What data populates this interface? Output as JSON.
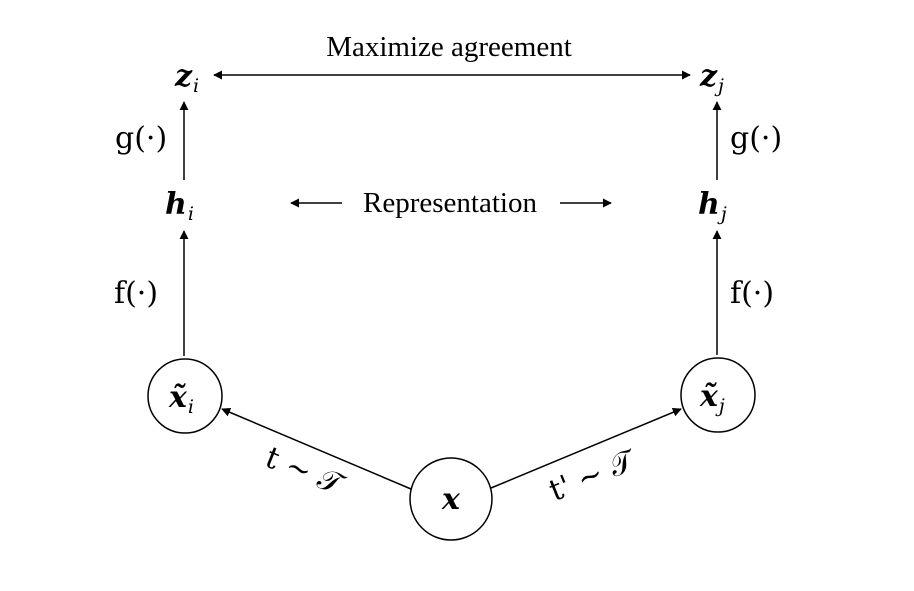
{
  "header": {
    "title": "Maximize agreement"
  },
  "middle": {
    "label": "Representation"
  },
  "nodes": {
    "z_left": {
      "base": "z",
      "sub": "i"
    },
    "z_right": {
      "base": "z",
      "sub": "j"
    },
    "h_left": {
      "base": "h",
      "sub": "i"
    },
    "h_right": {
      "base": "h",
      "sub": "j"
    },
    "xt_left": {
      "base": "x̃",
      "sub": "i"
    },
    "xt_right": {
      "base": "x̃",
      "sub": "j"
    },
    "x": {
      "base": "x"
    }
  },
  "edges": {
    "g_left": "g(·)",
    "g_right": "g(·)",
    "f_left": "f(·)",
    "f_right": "f(·)",
    "t_left": "t ∼ 𝒯",
    "t_right": "t' ∼ 𝒯"
  }
}
